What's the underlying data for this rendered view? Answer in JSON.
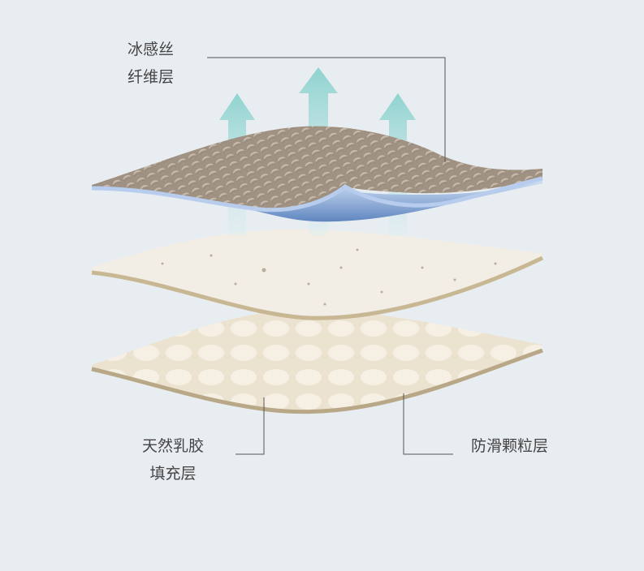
{
  "labels": {
    "top": [
      "冰感丝",
      "纤维层"
    ],
    "middle": [
      "天然乳胶",
      "填充层"
    ],
    "bottom": "防滑颗粒层"
  },
  "colors": {
    "background": "#e8edf1",
    "arrow": "#9fd9d6",
    "fabric": "#8e7f70",
    "cool_edge": "#a9c3e6",
    "latex": "#f1ece2",
    "granule": "#e2d6c2",
    "line": "#555555"
  }
}
